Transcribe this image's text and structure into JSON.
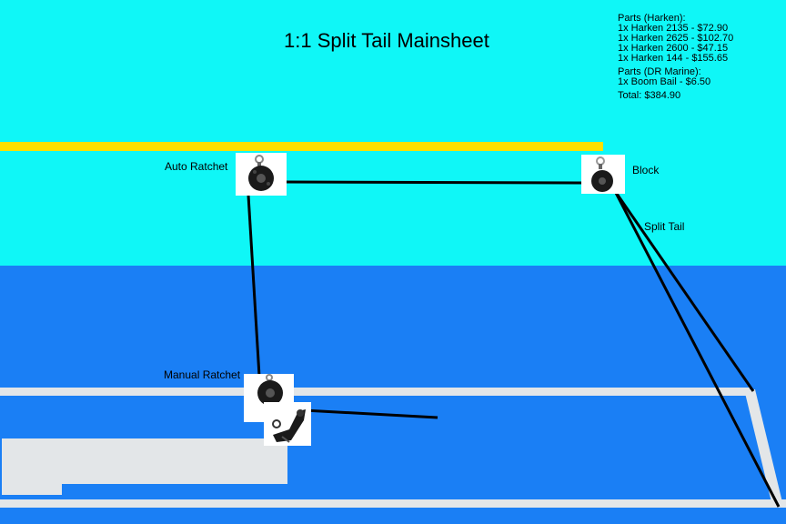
{
  "title": "1:1 Split Tail Mainsheet",
  "labels": {
    "auto_ratchet": "Auto Ratchet",
    "block": "Block",
    "split_tail": "Split Tail",
    "manual_ratchet": "Manual Ratchet"
  },
  "parts_harken": {
    "heading": "Parts (Harken):",
    "items": [
      "1x Harken 2135 - $72.90",
      "1x Harken 2625 - $102.70",
      "1x Harken 2600 - $47.15",
      "1x Harken 144 - $155.65"
    ]
  },
  "parts_dr_marine": {
    "heading": "Parts (DR Marine):",
    "items": [
      "1x Boom Bail - $6.50"
    ]
  },
  "total": "Total:  $384.90",
  "colors": {
    "sky": "#0ff7f7",
    "deck": "#1a7ff5",
    "boom": "#ffe000",
    "rail": "#e3e6e8",
    "line": "#000000"
  },
  "icons": [
    "ratchet-block-icon",
    "block-icon",
    "ratchet-block-icon",
    "cam-cleat-icon"
  ]
}
